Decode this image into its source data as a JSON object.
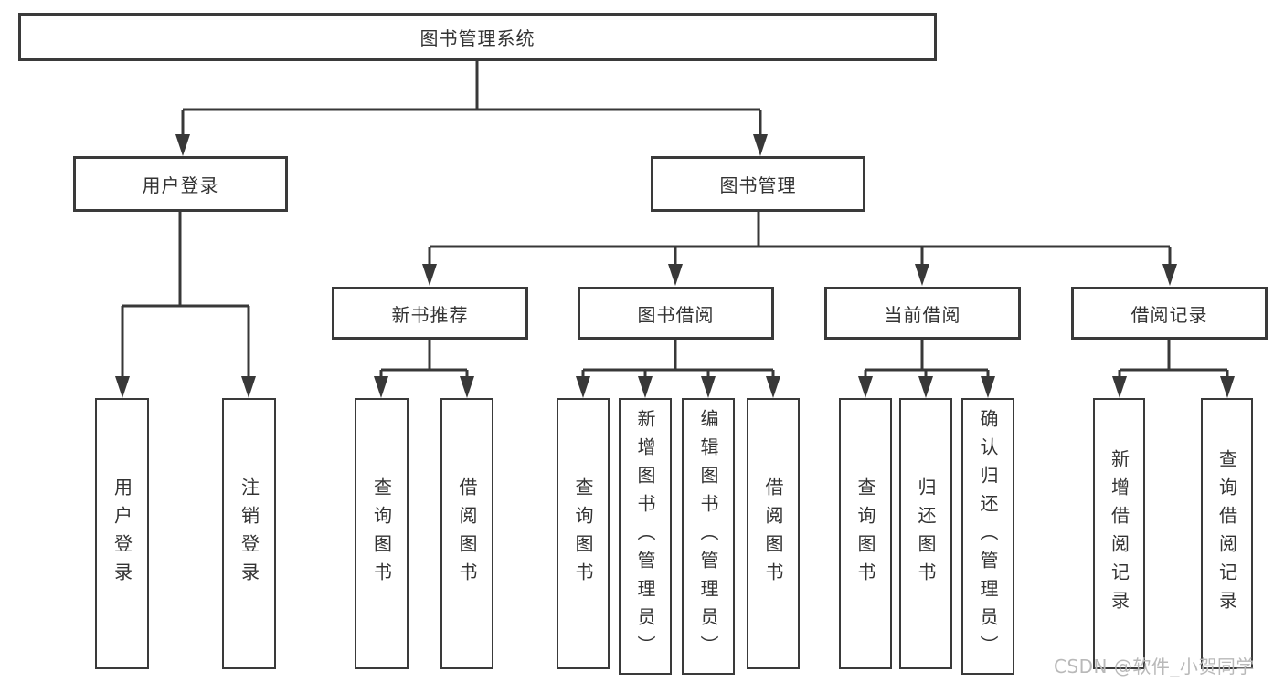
{
  "title": "图书管理系统",
  "nodes": {
    "root": "图书管理系统",
    "l1": [
      "用户登录",
      "图书管理"
    ],
    "l2": [
      "新书推荐",
      "图书借阅",
      "当前借阅",
      "借阅记录"
    ],
    "leaves": [
      "用户登录",
      "注销登录",
      "查询图书",
      "借阅图书",
      "查询图书",
      "新增图书（管理员）",
      "编辑图书（管理员）",
      "借阅图书",
      "查询图书",
      "归还图书",
      "确认归还（管理员）",
      "新增借阅记录",
      "查询借阅记录"
    ]
  },
  "hierarchy": {
    "图书管理系统": [
      "用户登录",
      "图书管理"
    ],
    "用户登录": [
      "用户登录",
      "注销登录"
    ],
    "图书管理": [
      "新书推荐",
      "图书借阅",
      "当前借阅",
      "借阅记录"
    ],
    "新书推荐": [
      "查询图书",
      "借阅图书"
    ],
    "图书借阅": [
      "查询图书",
      "新增图书（管理员）",
      "编辑图书（管理员）",
      "借阅图书"
    ],
    "当前借阅": [
      "查询图书",
      "归还图书",
      "确认归还（管理员）"
    ],
    "借阅记录": [
      "新增借阅记录",
      "查询借阅记录"
    ]
  },
  "watermark": {
    "text": "CSDN @软件_小贺同学",
    "color": "#b9b9b9"
  },
  "colors": {
    "line": "#383838",
    "text": "#333333",
    "background": "#ffffff"
  }
}
